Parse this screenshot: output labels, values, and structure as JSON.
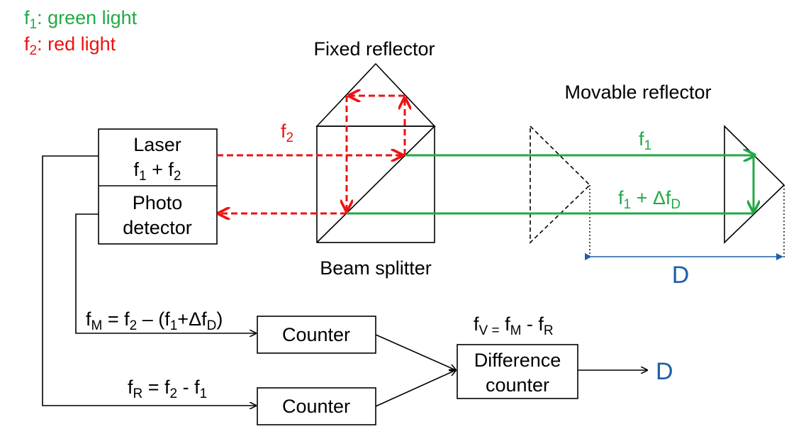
{
  "legend": {
    "green_symbol": "f",
    "green_index": "1",
    "green_text": ": green light",
    "red_symbol": "f",
    "red_index": "2",
    "red_text": ": red light"
  },
  "labels": {
    "fixed_reflector": "Fixed reflector",
    "movable_reflector": "Movable reflector",
    "beam_splitter": "Beam splitter",
    "laser_line1": "Laser",
    "laser_line2": "f",
    "laser_i1": "1",
    "laser_plus": " + f",
    "laser_i2": "2",
    "photo_line1": "Photo",
    "photo_line2": "detector",
    "counter_top": "Counter",
    "counter_bottom": "Counter",
    "diff_line1": "Difference",
    "diff_line2": "counter",
    "distance": "D",
    "output": "D"
  },
  "beams": {
    "red_f": "f",
    "red_i": "2",
    "green_f": "f",
    "green_i": "1",
    "return_f": "f",
    "return_i": "1",
    "return_mid": "  + Δf",
    "return_sub": "D"
  },
  "equations": {
    "fm_f": "f",
    "fm_i": "M",
    "fm_eq": " = f",
    "fm_i2": "2",
    "fm_rest": " – (f",
    "fm_i3": "1",
    "fm_plus": "+Δf",
    "fm_i4": "D",
    "fm_close": ")",
    "fr_f": "f",
    "fr_i": "R",
    "fr_eq": " = f",
    "fr_i2": "2",
    "fr_minus": " - f",
    "fr_i3": "1",
    "fv_f": "f",
    "fv_i": "V =",
    "fv_eq": " f",
    "fv_i2": "M",
    "fv_minus": " - f",
    "fv_i3": "R"
  },
  "colors": {
    "green": "#22aa44",
    "red": "#ee1111",
    "blue": "#1f5fa8",
    "black": "#000000"
  }
}
